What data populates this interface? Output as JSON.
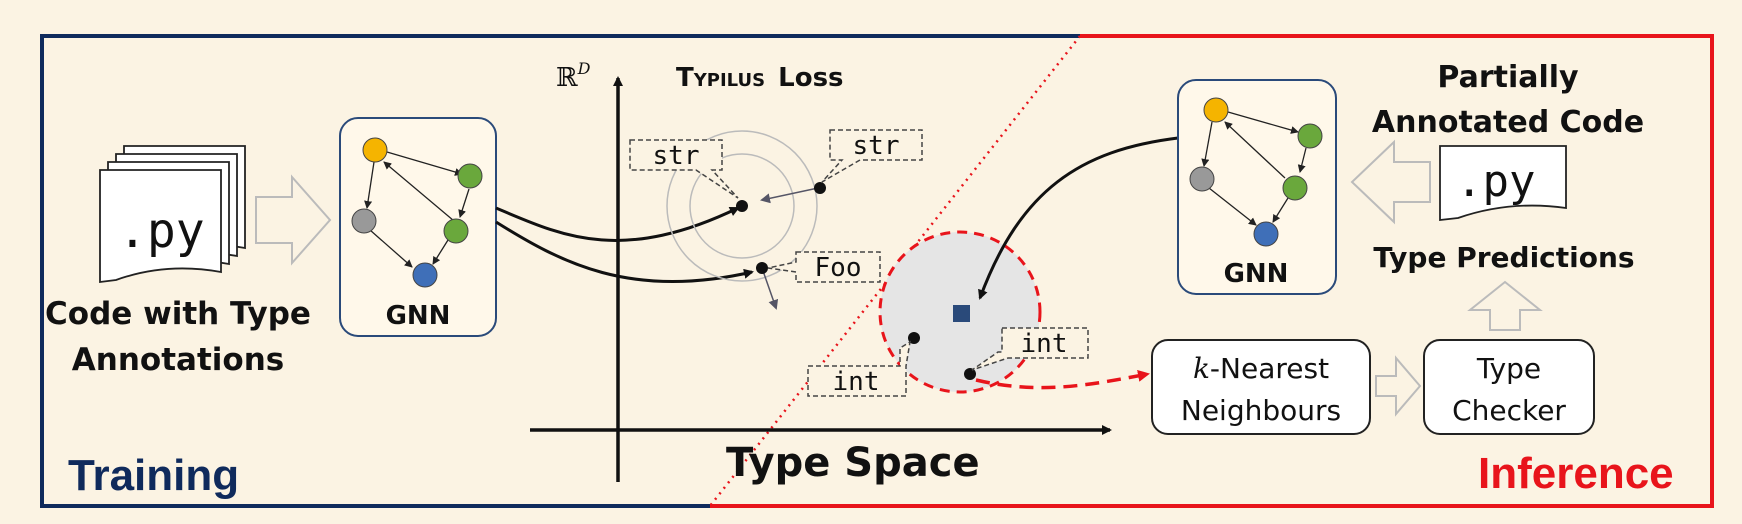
{
  "sections": {
    "training_label": "Training",
    "inference_label": "Inference",
    "training_color": "#0f2a5c",
    "inference_color": "#e8141b"
  },
  "training": {
    "file_ext": ".py",
    "caption_line1": "Code with Type",
    "caption_line2": "Annotations",
    "gnn_label": "GNN"
  },
  "type_space": {
    "axis_label": "ℝ",
    "axis_superscript": "D",
    "loss_title_caps": "Typilus",
    "loss_title_rest": "Loss",
    "xlabel": "Type Space",
    "tags": {
      "str_1": "str",
      "str_2": "str",
      "foo": "Foo",
      "int_1": "int",
      "int_2": "int"
    }
  },
  "inference": {
    "gnn_label": "GNN",
    "title_line1": "Partially",
    "title_line2": "Annotated Code",
    "file_ext": ".py",
    "type_predictions": "Type Predictions",
    "knn_k": "k",
    "knn_line1_rest": "-Nearest",
    "knn_line2": "Neighbours",
    "checker_line1": "Type",
    "checker_line2": "Checker"
  },
  "node_colors": {
    "yellow": "#f5b400",
    "green": "#6aa83c",
    "gray": "#999999",
    "blue": "#3f6fb8"
  }
}
